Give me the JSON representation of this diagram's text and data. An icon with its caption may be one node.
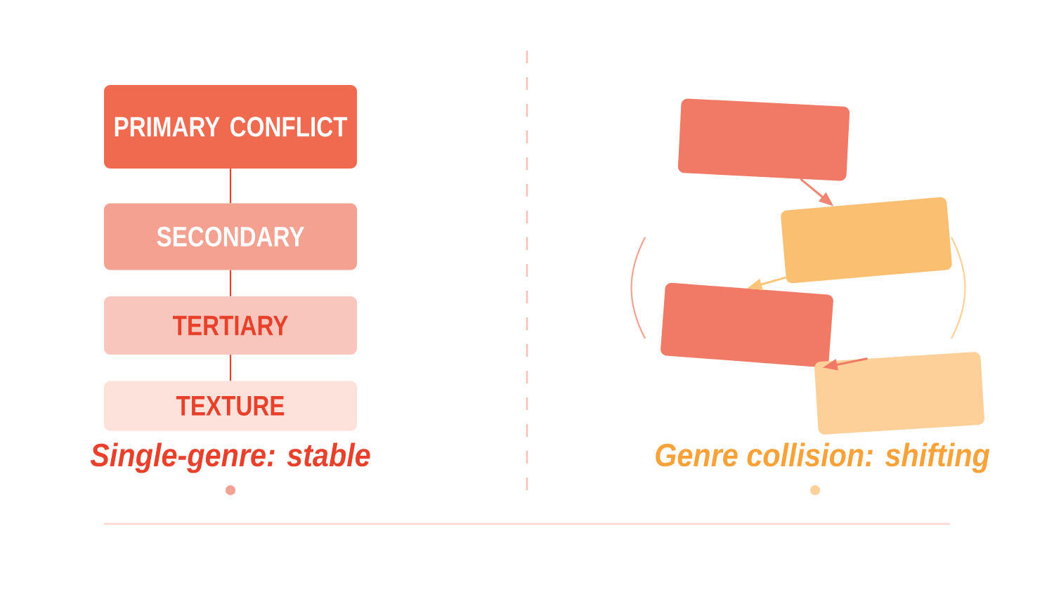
{
  "diagram": {
    "nodes": [
      {
        "text": [
          "PRIMARY CONFLICT"
        ]
      },
      {
        "text": [
          "SECONDARY"
        ]
      },
      {
        "text": [
          "TERTIARY"
        ]
      },
      {
        "text": [
          "TEXTURE"
        ]
      },
      {
        "text": [],
        "shape": "box"
      },
      {
        "text": [],
        "shape": "box"
      },
      {
        "text": [],
        "shape": "box"
      },
      {
        "text": [],
        "shape": "box"
      }
    ],
    "edges": [
      {
        "from": 0,
        "to": 1,
        "arrow": "none"
      },
      {
        "from": 1,
        "to": 2,
        "arrow": "none"
      },
      {
        "from": 2,
        "to": 3,
        "arrow": "none"
      },
      {
        "from": 4,
        "to": 5,
        "arrow": "to",
        "color": "#f08572"
      },
      {
        "from": 5,
        "to": 6,
        "arrow": "to",
        "color": "#fcc57a"
      },
      {
        "from": 7,
        "to": 6,
        "arrow": "to",
        "color": "#f07a66"
      }
    ],
    "labels": [
      "Single-genre: stable",
      "Genre collision: shifting"
    ]
  }
}
